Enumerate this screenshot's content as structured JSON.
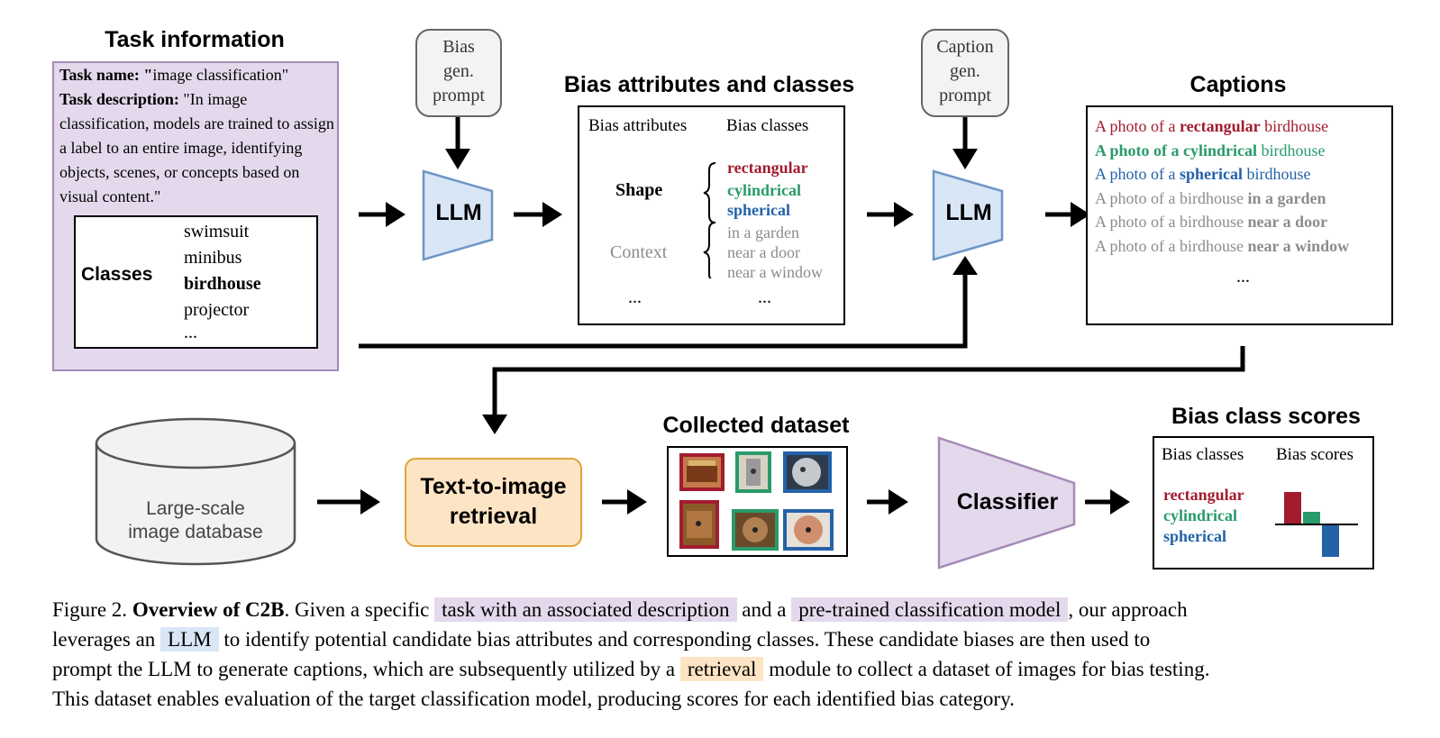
{
  "task": {
    "title": "Task information",
    "name_label": "Task name: \"",
    "name_value": "image classification\"",
    "desc_label": "Task description:",
    "desc_value": "\"In image classification, models are trained to assign a label to an entire image, identifying objects, scenes, or concepts based on visual content.\"",
    "classes_label": "Classes",
    "classes": [
      "swimsuit",
      "minibus",
      "birdhouse",
      "projector",
      "..."
    ]
  },
  "bias_prompt": {
    "line1": "Bias",
    "line2": "gen.",
    "line3": "prompt"
  },
  "caption_prompt": {
    "line1": "Caption",
    "line2": "gen.",
    "line3": "prompt"
  },
  "llm_label": "LLM",
  "bias_attrs": {
    "title": "Bias attributes and classes",
    "col1": "Bias attributes",
    "col2": "Bias classes",
    "shape_label": "Shape",
    "shape_classes": [
      "rectangular",
      "cylindrical",
      "spherical"
    ],
    "context_label": "Context",
    "context_classes": [
      "in a garden",
      "near a door",
      "near a window"
    ],
    "ellipsis1": "...",
    "ellipsis2": "..."
  },
  "captions": {
    "title": "Captions",
    "lines": [
      {
        "pre": "A photo of a ",
        "bold": "rectangular",
        "post": " birdhouse"
      },
      {
        "pre": "A photo of a ",
        "bold": "cylindrical",
        "post": " birdhouse"
      },
      {
        "pre": "A photo of a ",
        "bold": "spherical",
        "post": " birdhouse"
      },
      {
        "pre": "A photo of a birdhouse ",
        "bold": "in a garden",
        "post": ""
      },
      {
        "pre": "A photo of a birdhouse ",
        "bold": "near a door",
        "post": ""
      },
      {
        "pre": "A photo of a birdhouse ",
        "bold": "near a window",
        "post": ""
      }
    ],
    "ellipsis": "..."
  },
  "database": {
    "line1": "Large-scale",
    "line2": "image database"
  },
  "retrieval": {
    "line1": "Text-to-image",
    "line2": "retrieval"
  },
  "dataset": {
    "title": "Collected dataset"
  },
  "classifier": "Classifier",
  "scores": {
    "title": "Bias class scores",
    "col1": "Bias classes",
    "col2": "Bias scores",
    "classes": [
      "rectangular",
      "cylindrical",
      "spherical"
    ]
  },
  "colors": {
    "purple_fill": "#e4d9ec",
    "purple_border": "#a58ab8",
    "llm_fill": "#d8e6f6",
    "llm_border": "#6d97c6",
    "orange_fill": "#fde4c4",
    "orange_border": "#e0a43a",
    "red": "#a21c2e",
    "green": "#2a9a6a",
    "blue": "#2462a8"
  },
  "caption_text": {
    "fig": "Figure 2.",
    "bold": "Overview of C2B",
    "t1": ". Given a specific",
    "hl1": "task with an associated description",
    "t2": "and a",
    "hl2": "pre-trained classification model",
    "t3": ", our approach",
    "t4": "leverages an",
    "hl3": "LLM",
    "t5": "to identify potential candidate bias attributes and corresponding classes.  These candidate biases are then used to",
    "t6": "prompt the LLM to generate captions, which are subsequently utilized by a",
    "hl4": "retrieval",
    "t7": "module to collect a dataset of images for bias testing.",
    "t8": "This dataset enables evaluation of the target classification model, producing scores for each identified bias category."
  }
}
